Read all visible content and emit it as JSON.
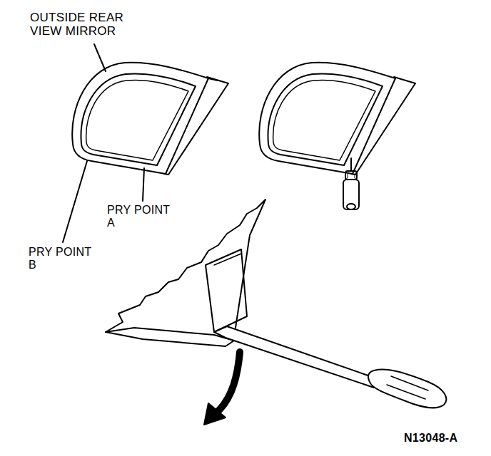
{
  "diagram": {
    "labels": [
      "OUTSIDE REAR VIEW MIRROR",
      "PRY POINT A",
      "PRY POINT B",
      "N13048-A"
    ]
  }
}
